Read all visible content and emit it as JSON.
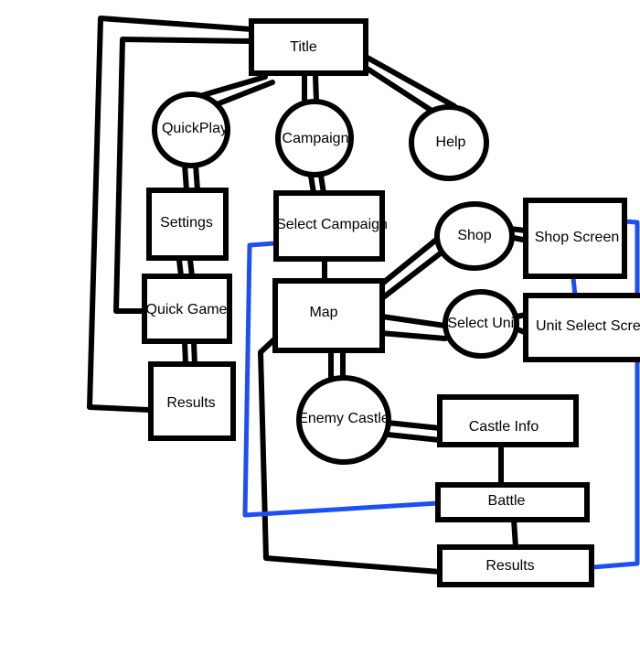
{
  "colors": {
    "ink": "#000000",
    "accent": "#1e4ff0",
    "background": "#ffffff"
  },
  "nodes": {
    "title": "Title",
    "quickplay": "QuickPlay",
    "campaign": "Campaign",
    "help": "Help",
    "settings": "Settings",
    "select_campaign": "Select Campaign",
    "quick_game": "Quick Game",
    "map": "Map",
    "results_left": "Results",
    "enemy_castle": "Enemy Castle",
    "castle_info": "Castle Info",
    "battle": "Battle",
    "results_bottom": "Results",
    "shop": "Shop",
    "shop_screen": "Shop Screen",
    "select_unit": "Select Unit",
    "unit_select_screen": "Unit Select Scre"
  }
}
